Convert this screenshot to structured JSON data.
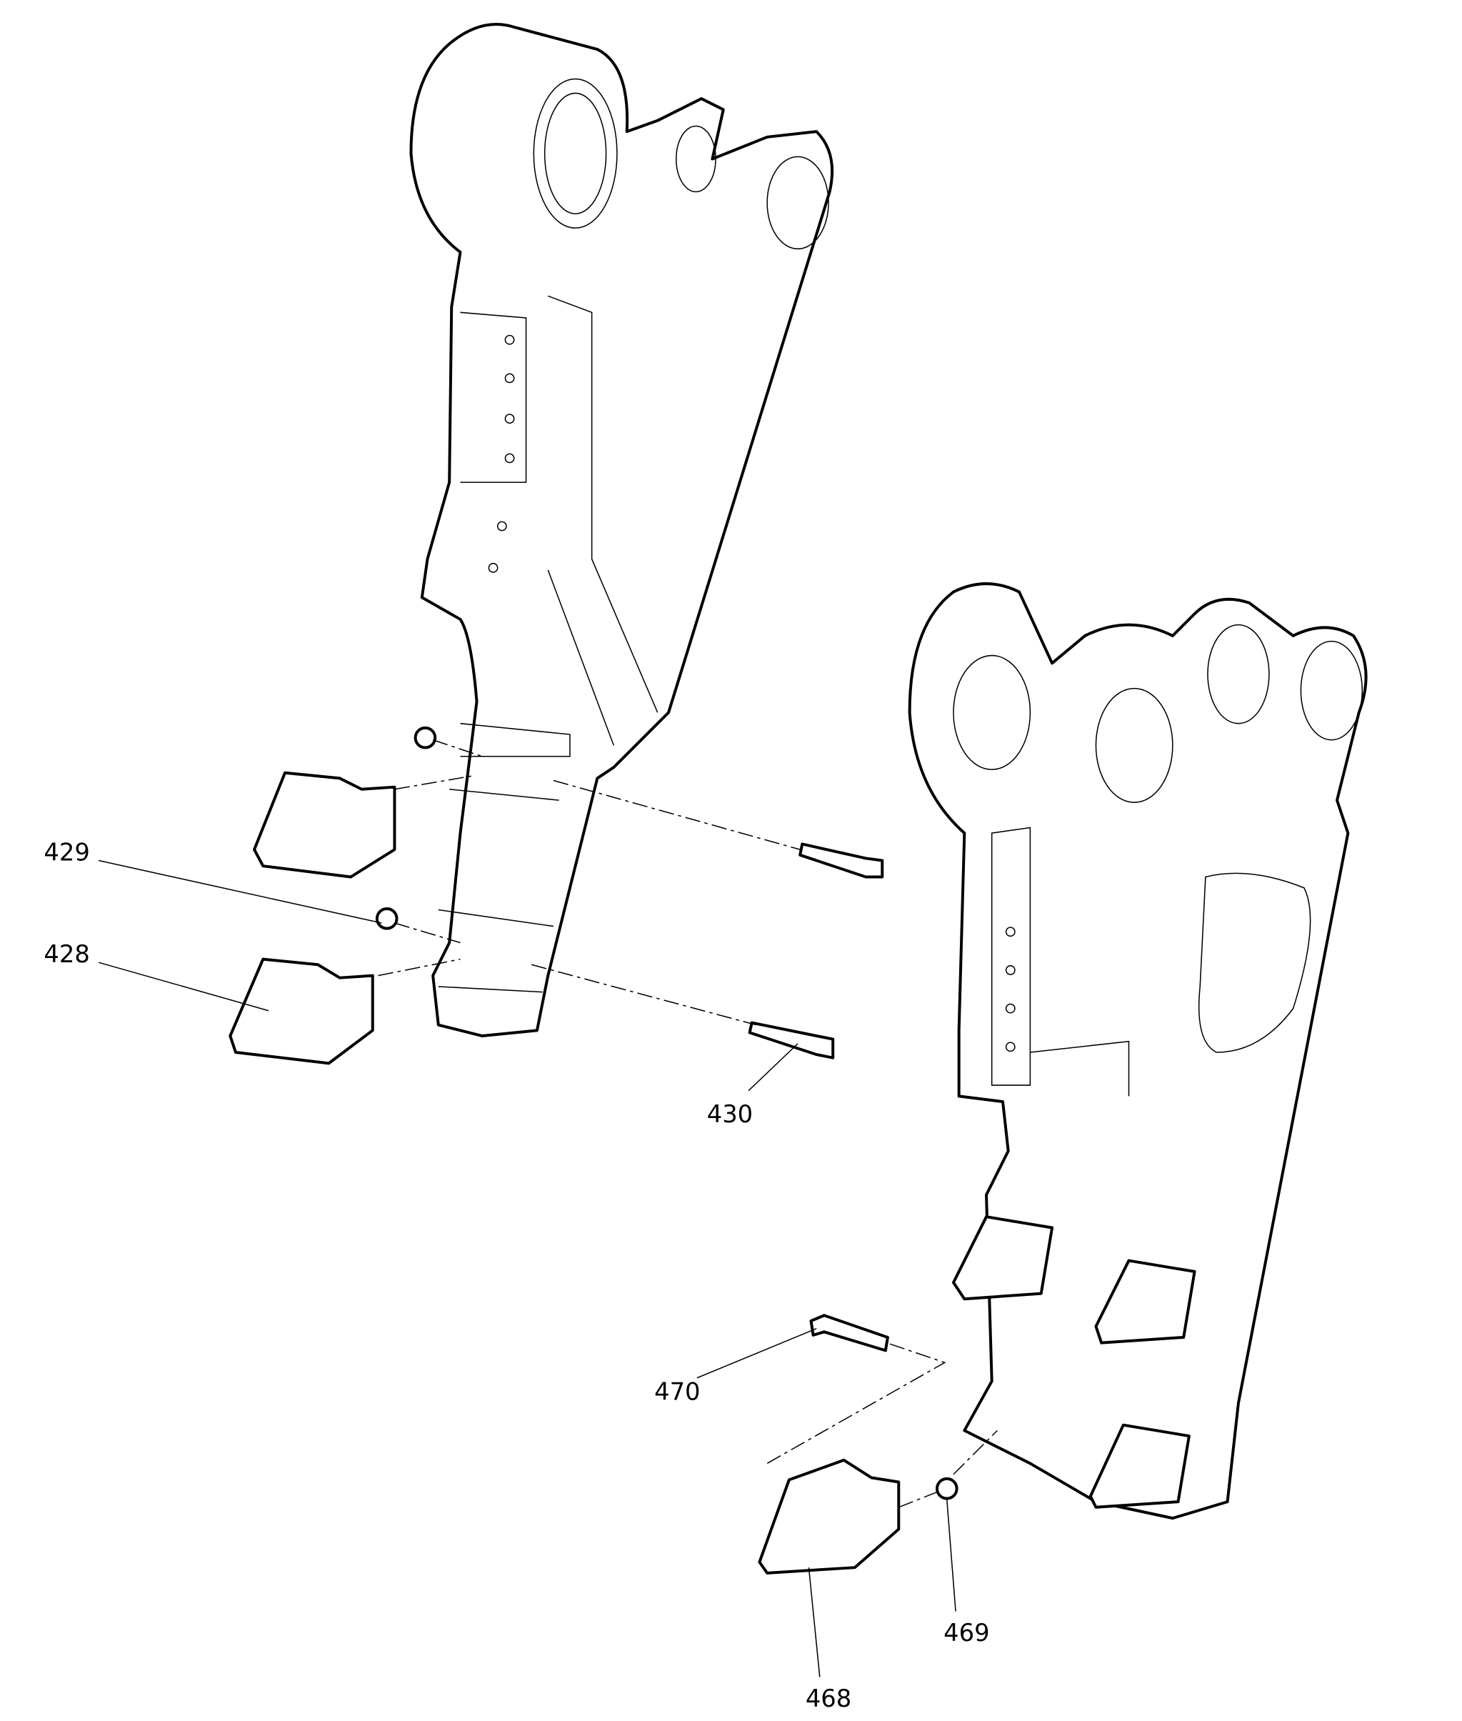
{
  "callouts": [
    {
      "id": "429",
      "label": "429"
    },
    {
      "id": "428",
      "label": "428"
    },
    {
      "id": "430",
      "label": "430"
    },
    {
      "id": "470",
      "label": "470"
    },
    {
      "id": "469",
      "label": "469"
    },
    {
      "id": "468",
      "label": "468"
    }
  ]
}
